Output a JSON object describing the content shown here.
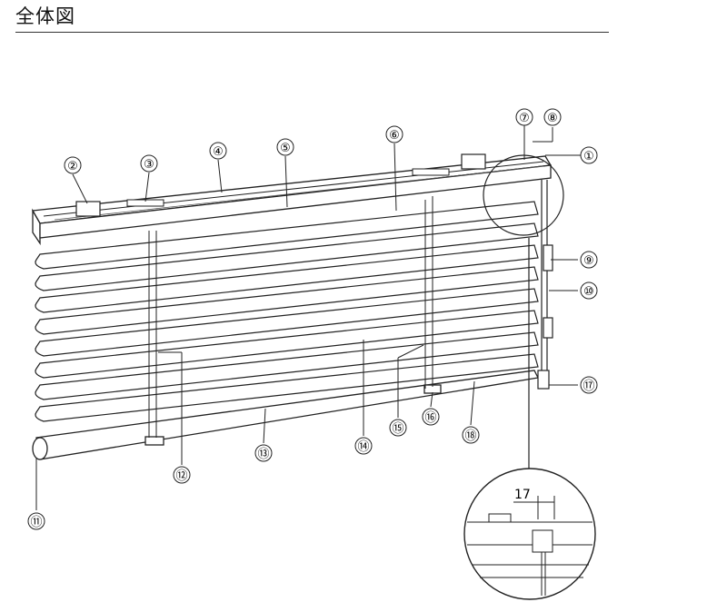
{
  "title": "全体図",
  "callouts": [
    "①",
    "②",
    "③",
    "④",
    "⑤",
    "⑥",
    "⑦",
    "⑧",
    "⑨",
    "⑩",
    "⑪",
    "⑫",
    "⑬",
    "⑭",
    "⑮",
    "⑯",
    "⑰",
    "⑱"
  ],
  "detail": {
    "dimension": "17"
  }
}
